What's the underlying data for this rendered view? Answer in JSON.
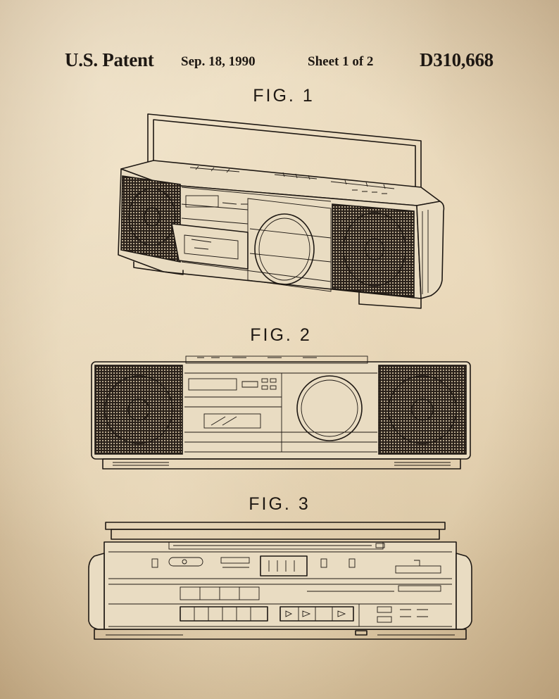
{
  "header": {
    "office": "U.S. Patent",
    "date": "Sep. 18, 1990",
    "sheet": "Sheet 1 of 2",
    "number": "D310,668"
  },
  "figures": [
    {
      "label": "FIG. 1"
    },
    {
      "label": "FIG. 2"
    },
    {
      "label": "FIG. 3"
    }
  ],
  "colors": {
    "paper": "#e3d2b3",
    "ink": "#1e1813"
  }
}
